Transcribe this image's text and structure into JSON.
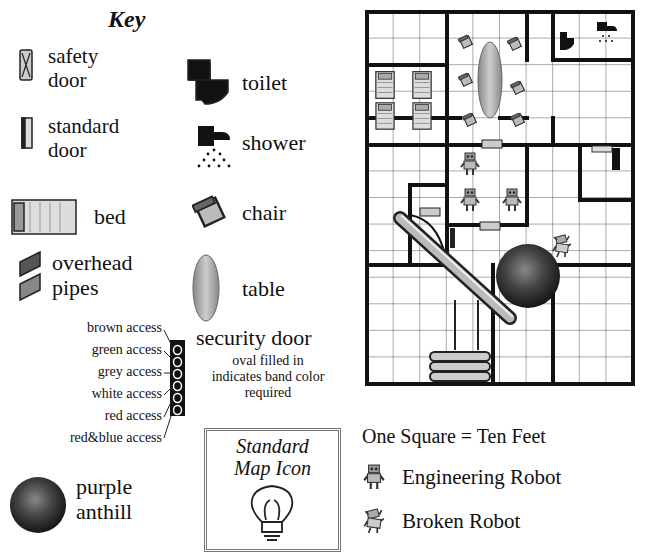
{
  "diagram": {
    "title": "Key",
    "nodes": [
      {
        "text": [
          "Standard Map Icon"
        ]
      }
    ],
    "labels": [
      "brown access",
      "green access",
      "grey access",
      "white access",
      "red access",
      "red&blue access",
      "oval filled in indicates band color required",
      "One Square = Ten Feet"
    ],
    "legend": [
      {
        "text": "safety door"
      },
      {
        "text": "standard door"
      },
      {
        "text": "bed"
      },
      {
        "text": "overhead pipes"
      },
      {
        "text": "toilet"
      },
      {
        "text": "shower"
      },
      {
        "text": "chair"
      },
      {
        "text": "table"
      },
      {
        "text": "security door"
      },
      {
        "text": "purple anthill"
      },
      {
        "text": "Engineering Robot"
      },
      {
        "text": "Broken Robot"
      }
    ]
  }
}
